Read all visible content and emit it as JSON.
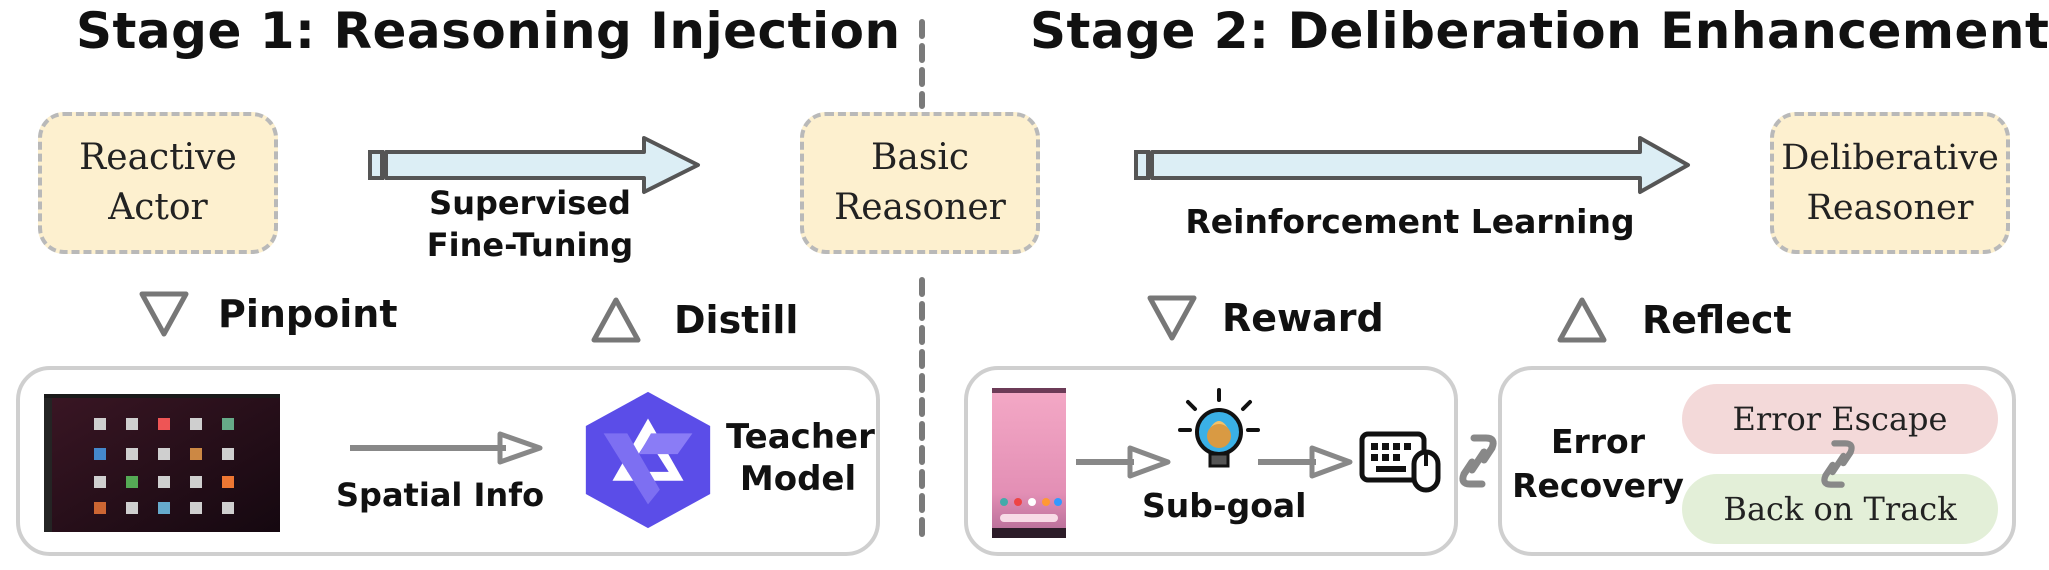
{
  "stage1": {
    "title": "Stage 1: Reasoning Injection",
    "nodes": {
      "start": "Reactive Actor",
      "end": "Basic Reasoner"
    },
    "arrow_label": "Supervised Fine-Tuning",
    "pinpoint": "Pinpoint",
    "distill": "Distill",
    "spatial_info": "Spatial Info",
    "teacher_model": "Teacher Model"
  },
  "stage2": {
    "title": "Stage 2:  Deliberation Enhancement",
    "nodes": {
      "end": "Deliberative Reasoner"
    },
    "arrow_label": "Reinforcement Learning",
    "reward": "Reward",
    "reflect": "Reflect",
    "sub_goal": "Sub-goal",
    "error_recovery": "Error Recovery",
    "error_escape": "Error Escape",
    "back_on_track": "Back on Track"
  },
  "colors": {
    "node_fill": "#fdf0cf",
    "arrow_fill": "#dceef5",
    "error_escape_fill": "#f3d9d9",
    "back_on_track_fill": "#e3efd8",
    "teacher_logo": "#5b4de8"
  },
  "icons": {
    "pinpoint": "triangle-down-icon",
    "distill": "triangle-up-icon",
    "reward": "triangle-down-icon",
    "reflect": "triangle-up-icon",
    "sub_goal": "lightbulb-icon",
    "action": "keyboard-mouse-icon",
    "link": "chain-link-icon",
    "teacher": "qwen-logo-icon"
  }
}
